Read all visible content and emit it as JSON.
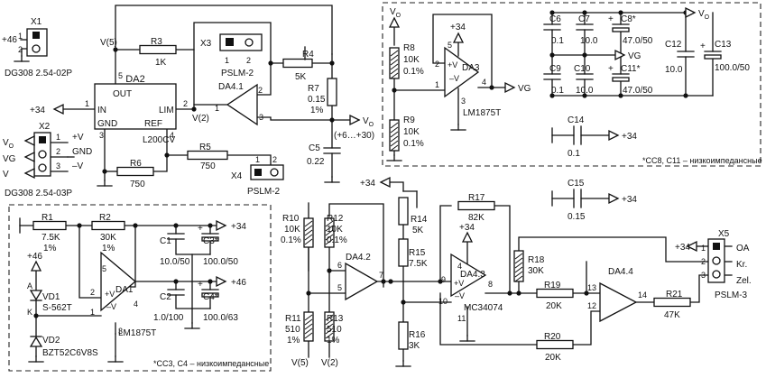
{
  "diagram": {
    "connectors": {
      "x1": {
        "ref": "X1",
        "type": "DG308 2.54-02P",
        "input": "+46",
        "pins": [
          "1",
          "2"
        ]
      },
      "x2": {
        "ref": "X2",
        "type": "DG308 2.54-03P",
        "signals": [
          "V",
          "VG",
          "V"
        ],
        "signal_subscripts": [
          "O",
          "",
          ""
        ],
        "pins": [
          "1",
          "2",
          "3"
        ],
        "pin_names": [
          "+V",
          "GND",
          "–V"
        ]
      },
      "x3": {
        "ref": "X3",
        "type": "PSLM-2",
        "pins": [
          "1",
          "2"
        ]
      },
      "x4": {
        "ref": "X4",
        "type": "PSLM-2",
        "pins": [
          "1",
          "2"
        ]
      },
      "x5": {
        "ref": "X5",
        "type": "PSLM-3",
        "input": "+34",
        "pins": [
          "1",
          "2",
          "3"
        ],
        "pin_names": [
          "OA",
          "Kr.",
          "Zel."
        ]
      }
    },
    "regulator": {
      "ref": "DA2",
      "type": "L200CV",
      "pin_names": [
        "OUT",
        "IN",
        "LIM",
        "GND",
        "REF"
      ],
      "pin_numbers": [
        "5",
        "1",
        "2",
        "3",
        "4"
      ],
      "in_label": "+34",
      "v5": "V(5)",
      "v2": "V(2)"
    },
    "resistors": {
      "r3": {
        "ref": "R3",
        "value": "1K"
      },
      "r4": {
        "ref": "R4",
        "value": "5K"
      },
      "r5": {
        "ref": "R5",
        "value": "750"
      },
      "r6": {
        "ref": "R6",
        "value": "750"
      },
      "r7": {
        "ref": "R7",
        "value": "0.15",
        "tol": "1%"
      },
      "r1": {
        "ref": "R1",
        "value": "7.5K",
        "tol": "1%"
      },
      "r2": {
        "ref": "R2",
        "value": "30K",
        "tol": "1%"
      },
      "r8": {
        "ref": "R8",
        "value": "10K",
        "tol": "0.1%"
      },
      "r9": {
        "ref": "R9",
        "value": "10K",
        "tol": "0.1%"
      },
      "r10": {
        "ref": "R10",
        "value": "10K",
        "tol": "0.1%"
      },
      "r11": {
        "ref": "R11",
        "value": "510",
        "tol": "1%"
      },
      "r12": {
        "ref": "R12",
        "value": "10K",
        "tol": "0.1%"
      },
      "r13": {
        "ref": "R13",
        "value": "510",
        "tol": "1%"
      },
      "r14": {
        "ref": "R14",
        "value": "5K"
      },
      "r15": {
        "ref": "R15",
        "value": "7.5K"
      },
      "r16": {
        "ref": "R16",
        "value": "3K"
      },
      "r17": {
        "ref": "R17",
        "value": "82K"
      },
      "r18": {
        "ref": "R18",
        "value": "30K"
      },
      "r19": {
        "ref": "R19",
        "value": "20K"
      },
      "r20": {
        "ref": "R20",
        "value": "20K"
      },
      "r21": {
        "ref": "R21",
        "value": "47K"
      }
    },
    "capacitors": {
      "c1": {
        "ref": "C1",
        "value": "10.0/50"
      },
      "c2": {
        "ref": "C2",
        "value": "1.0/100"
      },
      "c3": {
        "ref": "C3*",
        "value": "100.0/50"
      },
      "c4": {
        "ref": "C4*",
        "value": "100.0/63"
      },
      "c5": {
        "ref": "C5",
        "value": "0.22"
      },
      "c6": {
        "ref": "C6",
        "value": "0.1"
      },
      "c7": {
        "ref": "C7",
        "value": "10.0"
      },
      "c8": {
        "ref": "C8*",
        "value": "47.0/50"
      },
      "c9": {
        "ref": "C9",
        "value": "0.1"
      },
      "c10": {
        "ref": "C10",
        "value": "10.0"
      },
      "c11": {
        "ref": "C11*",
        "value": "47.0/50"
      },
      "c12": {
        "ref": "C12",
        "value": "10.0"
      },
      "c13": {
        "ref": "C13",
        "value": "100.0/50"
      },
      "c14": {
        "ref": "C14",
        "value": "0.1"
      },
      "c15": {
        "ref": "C15",
        "value": "0.15"
      }
    },
    "opamps": {
      "da41": {
        "ref": "DA4.1",
        "pins": [
          "2",
          "1",
          "3"
        ]
      },
      "da1": {
        "ref": "DA1",
        "type": "LM1875T",
        "pins": [
          "1",
          "2",
          "5",
          "3",
          "4"
        ]
      },
      "da3": {
        "ref": "DA3",
        "type": "LM1875T",
        "pins": [
          "1",
          "2",
          "5",
          "3",
          "4"
        ]
      },
      "da42": {
        "ref": "DA4.2",
        "pins": [
          "6",
          "5",
          "7"
        ]
      },
      "da43": {
        "ref": "DA4.3",
        "type": "MC34074",
        "pins": [
          "9",
          "10",
          "4",
          "11",
          "8"
        ]
      },
      "da44": {
        "ref": "DA4.4",
        "pins": [
          "13",
          "12",
          "14"
        ]
      }
    },
    "diodes": {
      "vd1": {
        "ref": "VD1",
        "type": "S-562T"
      },
      "vd2": {
        "ref": "VD2",
        "type": "BZT52C6V8S"
      }
    },
    "pin_marks": {
      "plus_v": "+V",
      "minus_v": "–V",
      "anode": "A",
      "cathode": "K"
    },
    "nets": {
      "p34": "+34",
      "p46": "+46",
      "vg": "VG",
      "vo": "V",
      "vo_sub": "O",
      "vo_range": "(+6…+30)",
      "v5": "V(5)",
      "v2": "V(2)"
    },
    "notes": {
      "power": "*СС3, С4 – низкоимпедансные",
      "opamp": "*СС8, С11 – низкоимпедансные"
    }
  }
}
